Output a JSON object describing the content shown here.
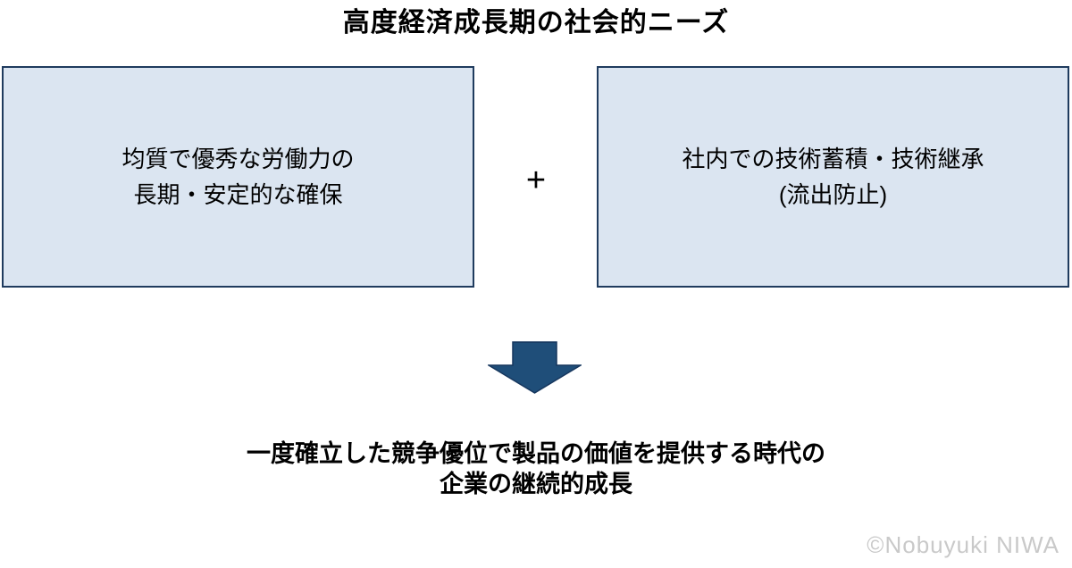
{
  "title": "高度経済成長期の社会的ニーズ",
  "diagram": {
    "left_box": {
      "line1": "均質で優秀な労働力の",
      "line2": "長期・安定的な確保"
    },
    "operator": "+",
    "right_box": {
      "line1": "社内での技術蓄積・技術継承",
      "line2": "(流出防止)"
    },
    "arrow_icon": "down-block-arrow",
    "conclusion": {
      "line1": "一度確立した競争優位で製品の価値を提供する時代の",
      "line2": "企業の継続的成長"
    }
  },
  "watermark": "©Nobuyuki NIWA",
  "colors": {
    "background": "#ffffff",
    "box_fill": "#dbe5f1",
    "box_border": "#1f3b5e",
    "arrow_fill": "#1f4e79",
    "arrow_stroke": "#17375e",
    "text": "#000000",
    "watermark": "#c9c9c9"
  }
}
